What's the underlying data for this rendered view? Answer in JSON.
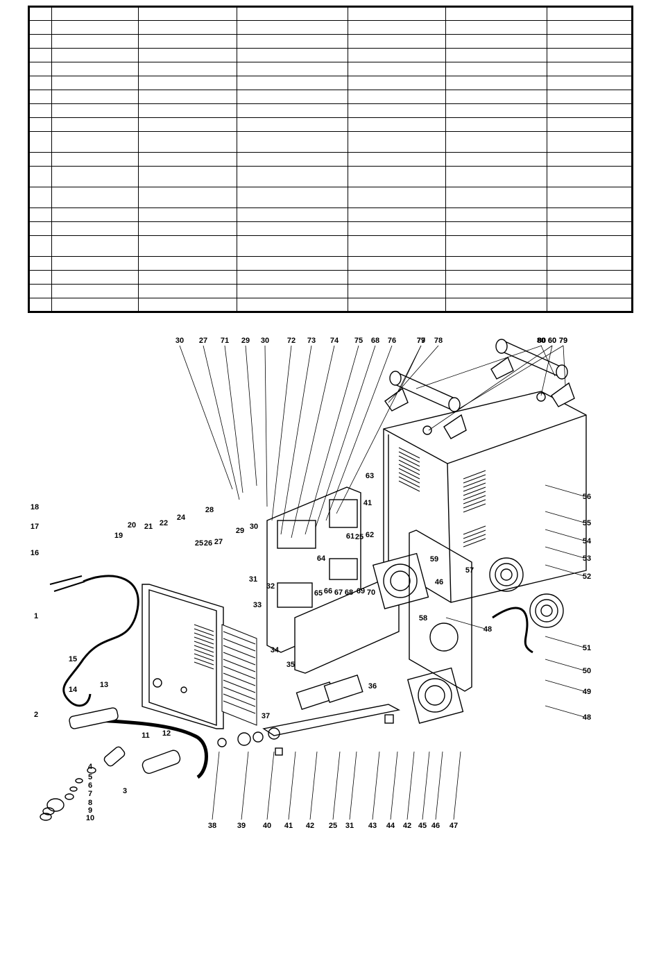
{
  "table": {
    "row_count": 20,
    "column_count": 7
  },
  "callouts_top": [
    "30",
    "27",
    "71",
    "29",
    "30",
    "72",
    "73",
    "74",
    "75",
    "68",
    "76",
    "77",
    "78",
    "79",
    "80",
    "60",
    "79",
    "80",
    "60",
    "79"
  ],
  "callouts_left": [
    "18",
    "17",
    "16",
    "1",
    "15",
    "14",
    "13",
    "2",
    "11",
    "12",
    "4",
    "5",
    "6",
    "7",
    "8",
    "9",
    "10",
    "3"
  ],
  "callouts_inner": [
    "28",
    "22",
    "24",
    "20",
    "21",
    "19",
    "25",
    "26",
    "27",
    "29",
    "30",
    "31",
    "32",
    "33",
    "34",
    "35",
    "36",
    "37",
    "63",
    "41",
    "61",
    "25",
    "62",
    "64",
    "65",
    "66",
    "67",
    "68",
    "69",
    "70",
    "59",
    "46",
    "57",
    "58"
  ],
  "callouts_right": [
    "56",
    "55",
    "54",
    "53",
    "52",
    "48",
    "51",
    "50",
    "49",
    "48"
  ],
  "callouts_bottom": [
    "38",
    "39",
    "40",
    "41",
    "42",
    "25",
    "31",
    "43",
    "44",
    "42",
    "45",
    "46",
    "47"
  ]
}
